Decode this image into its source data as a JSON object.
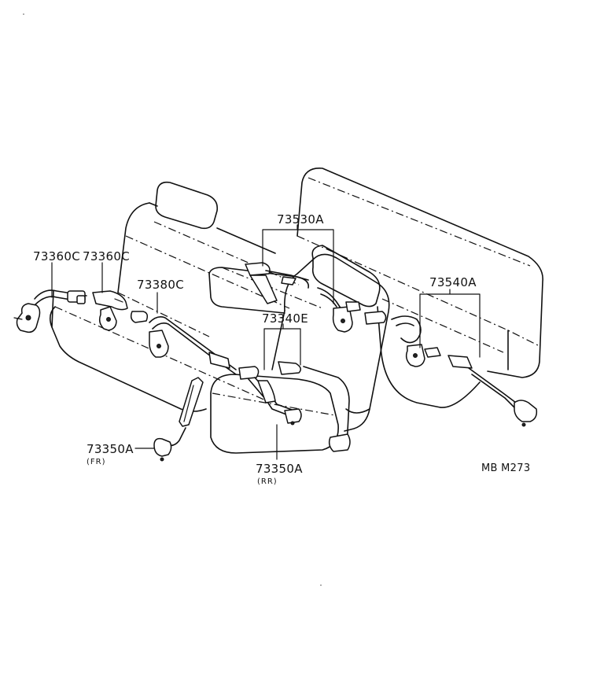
{
  "diagram": {
    "labels": {
      "l73360c_a": "73360C",
      "l73360c_b": "73360C",
      "l73380c": "73380C",
      "l73530a": "73530A",
      "l73540a": "73540A",
      "l73340e": "73340E",
      "l73350a_fr": "73350A",
      "l73350a_fr_sub": "(FR)",
      "l73350a_rr": "73350A",
      "l73350a_rr_sub": "(RR)",
      "ref_code": "MB  M273"
    },
    "line_color": "#111111",
    "background": "#ffffff"
  }
}
